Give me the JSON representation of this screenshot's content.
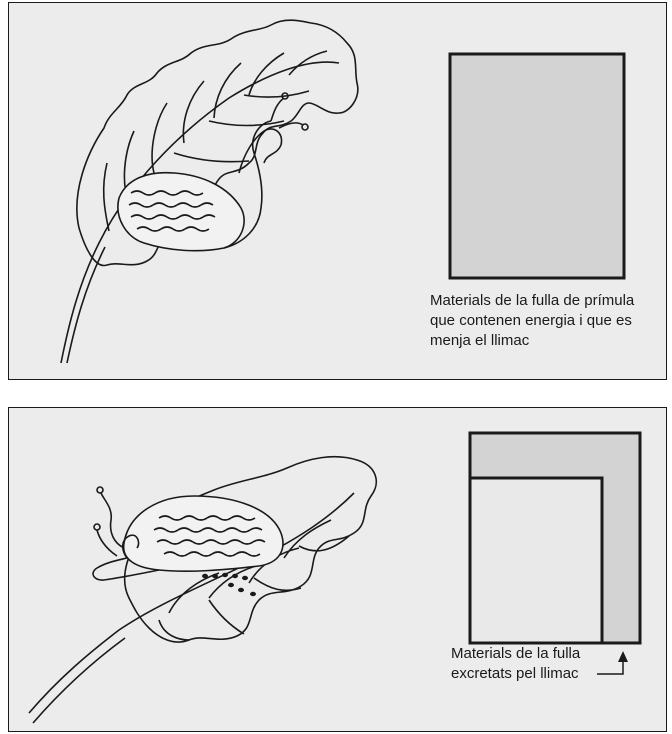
{
  "panels": [
    {
      "caption_lines": [
        "Materials de la fulla de prímula",
        "que contenen energia i que es",
        "menja el llimac"
      ]
    },
    {
      "caption_lines": [
        "Materials de la fulla",
        "excretats pel llimac"
      ]
    }
  ],
  "colors": {
    "panel_bg": "#ececec",
    "box_fill": "#d3d3d3",
    "inner_fill": "#e9e9e9",
    "outline": "#1a1a1a"
  },
  "icons": [
    "snail-on-leaf-illustration",
    "arrow-up-icon"
  ]
}
